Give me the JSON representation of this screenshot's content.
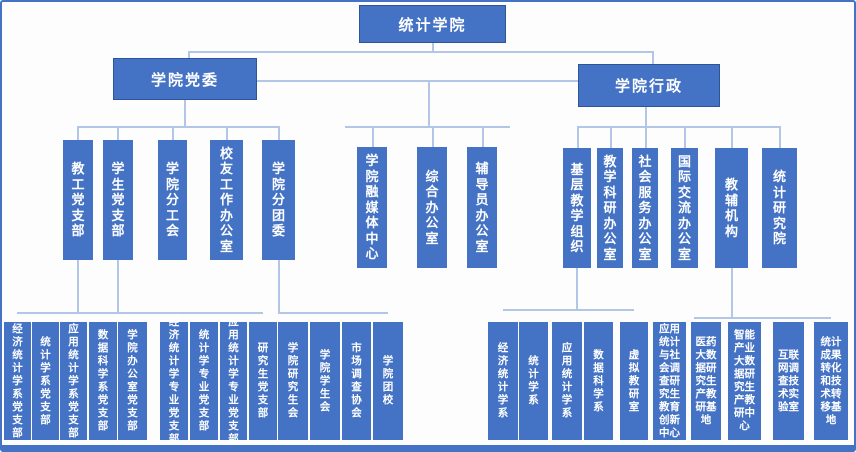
{
  "colors": {
    "box_fill": "#4472C4",
    "box_border": "#2E5597",
    "connector": "#B4C6E7",
    "frame_border": "#4472C4"
  },
  "org": {
    "root": "统计学院",
    "party": "学院党委",
    "admin": "学院行政",
    "party_children": [
      "教工党支部",
      "学生党支部",
      "学院分工会",
      "校友工作办公室",
      "学院分团委"
    ],
    "joint_children": [
      "学院融媒体中心",
      "综合办公室",
      "辅导员办公室"
    ],
    "admin_children": [
      "基层教学组织",
      "教学科研办公室",
      "社会服务办公室",
      "国际交流办公室",
      "教辅机构",
      "统计研究院"
    ],
    "faculty_party_children": [
      "经济统计学系党支部",
      "统计学系党支部",
      "应用统计学系党支部",
      "数据科学系党支部",
      "学院办公室党支部"
    ],
    "student_party_children": [
      "经济统计学专业党支部",
      "统计学专业党支部",
      "应用统计学专业党支部",
      "研究生党支部"
    ],
    "league_children": [
      "学院研究生会",
      "学院学生会",
      "市场调查协会",
      "学院团校"
    ],
    "teaching_children": [
      "经济统计学系",
      "统计学系",
      "应用统计学系",
      "数据科学系",
      "虚拟教研室"
    ],
    "auxiliary_children": [
      "应用统计与社会调查研究生教育创新中心",
      "医药大数据研究生产教研基地",
      "智能产业大数据研究生产教研中心",
      "互联网调查技术实验室",
      "统计成果转化和技术转移基地"
    ]
  }
}
